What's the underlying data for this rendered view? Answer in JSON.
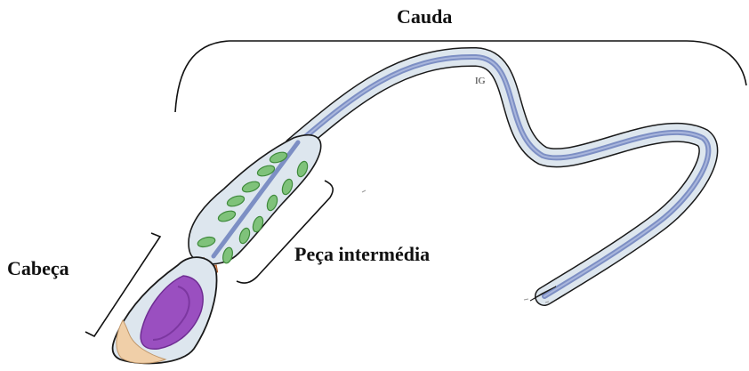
{
  "labels": {
    "tail": "Cauda",
    "head": "Cabeça",
    "midpiece": "Peça intermédia",
    "annotation": "IG"
  },
  "colors": {
    "outline": "#1a1a1a",
    "membrane_fill": "#dde6ee",
    "axoneme": "#7d8fc4",
    "axoneme_light": "#a9b6dc",
    "nucleus": "#9a4fc0",
    "nucleus_dark": "#6f2d93",
    "acrosome": "#f0cfa8",
    "mitochondria": "#7fc27a",
    "mitochondria_dark": "#3f8a3c",
    "centriole": "#e89a6a"
  }
}
